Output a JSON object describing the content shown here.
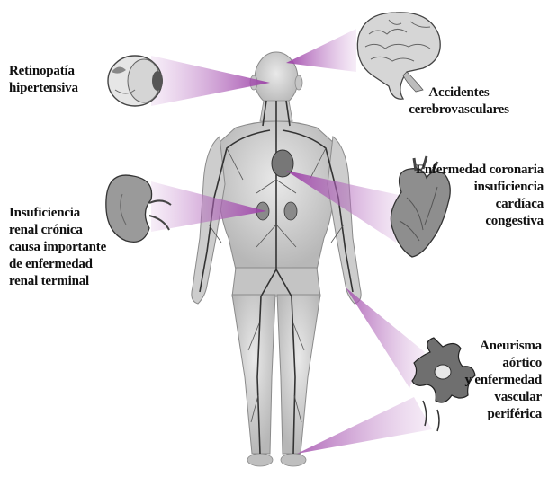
{
  "labels": {
    "retinopatia": "Retinopatía\nhipertensiva",
    "accidentes": "Accidentes\ncerebrovasculares",
    "coronaria": "Enfermedad coronaria\ninsuficiencia\ncardíaca\ncongestiva",
    "renal": "Insuficiencia\nrenal crónica\ncausa importante\nde enfermedad\nrenal terminal",
    "aneurisma": "Aneurisma\naórtico\ny enfermedad\nvascular\nperiférica"
  },
  "colors": {
    "beam": "#9b3fa6",
    "body": "#cfcfcf",
    "vessel": "#3a3a3a",
    "organ": "#8a8a8a"
  },
  "icons": {
    "eye": "eye-icon",
    "brain": "brain-icon",
    "kidney": "kidney-icon",
    "heart": "heart-icon",
    "artery": "artery-section-icon"
  }
}
